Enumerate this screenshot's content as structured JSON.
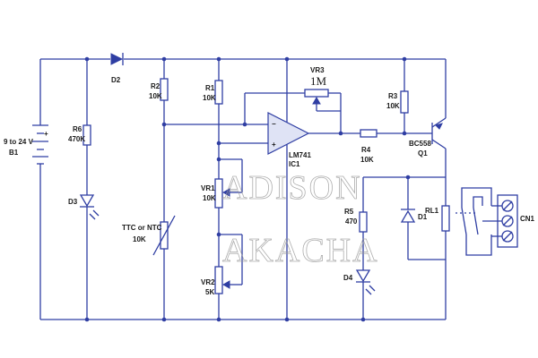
{
  "labels": {
    "battery_volt": "9 to 24 V",
    "battery_plus": "+",
    "battery_name": "B1",
    "d2": "D2",
    "r6_name": "R6",
    "r6_val": "470K",
    "d3": "D3",
    "r2_name": "R2",
    "r2_val": "10K",
    "r1_name": "R1",
    "r1_val": "10K",
    "vr3_name": "VR3",
    "vr3_val": "1M",
    "r3_name": "R3",
    "r3_val": "10K",
    "q1_type": "BC558",
    "q1_name": "Q1",
    "ic_type": "LM741",
    "ic_name": "IC1",
    "op_minus": "−",
    "op_plus": "+",
    "r4_name": "R4",
    "r4_val": "10K",
    "vr1_name": "VR1",
    "vr1_val": "10K",
    "ttc_name": "TTC or NTC",
    "ttc_val": "10K",
    "r5_name": "R5",
    "r5_val": "470",
    "d1": "D1",
    "rl1": "RL1",
    "cn1": "CN1",
    "vr2_name": "VR2",
    "vr2_val": "5K",
    "d4": "D4"
  },
  "watermark": {
    "line1": "ADISON",
    "line2": "AKACHA"
  },
  "colors": {
    "wire": "#2f3ea3",
    "text": "#1a1a1a",
    "watermark": "#9a9a9a"
  }
}
